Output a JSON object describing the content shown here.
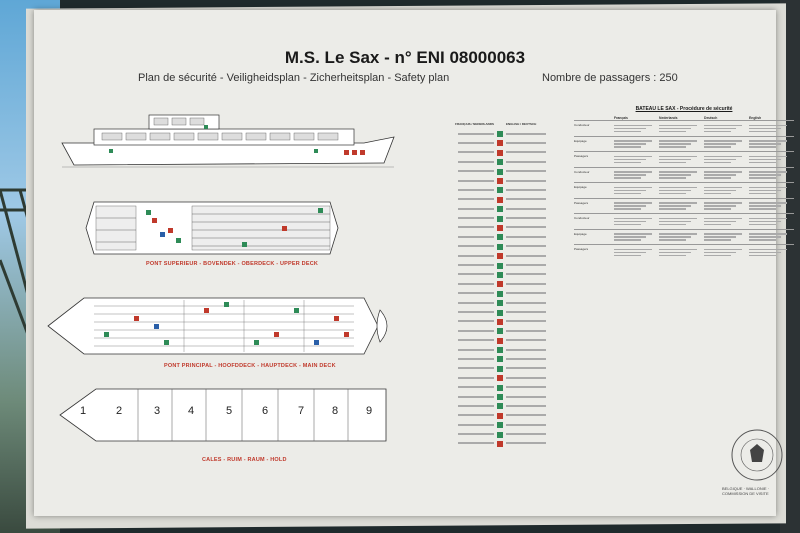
{
  "sign": {
    "title": "M.S. Le Sax - n° ENI 08000063",
    "subtitle": "Plan de sécurité - Veiligheidsplan - Zicherheitsplan - Safety plan",
    "passengers": "Nombre de passagers : 250"
  },
  "decks": {
    "upper": "PONT SUPERIEUR - BOVENDEK - OBERDECK - UPPER DECK",
    "main": "PONT PRINCIPAL - HOOFDDECK - HAUPTDECK - MAIN DECK",
    "hold": "CALES - RUIM - RAUM - HOLD",
    "hold_compartments": [
      "1",
      "2",
      "3",
      "4",
      "5",
      "6",
      "7",
      "8",
      "9"
    ]
  },
  "legend": {
    "headers": [
      "FRANÇAIS / NEDERLANDS",
      "ENGLISH / DEUTSCH"
    ],
    "colors": [
      "#2e8b57",
      "#c0392b",
      "#c0392b",
      "#2e8b57",
      "#2e8b57",
      "#c0392b",
      "#2e8b57",
      "#c0392b",
      "#2e8b57",
      "#2e8b57",
      "#c0392b",
      "#2e8b57",
      "#2e8b57",
      "#c0392b",
      "#2e8b57",
      "#2e8b57",
      "#c0392b",
      "#2e8b57",
      "#2e8b57",
      "#2e8b57",
      "#c0392b",
      "#2e8b57",
      "#c0392b",
      "#2e8b57",
      "#2e8b57",
      "#2e8b57",
      "#c0392b",
      "#2e8b57",
      "#2e8b57",
      "#2e8b57",
      "#c0392b",
      "#2e8b57",
      "#2e8b57",
      "#c0392b"
    ]
  },
  "procedure": {
    "title": "BATEAU LE SAX - Procédure de sécurité",
    "languages": [
      "Français",
      "Nederlands",
      "Deutsch",
      "English"
    ],
    "rows": [
      "Conducteur",
      "Equipage",
      "Passagers",
      "Conducteur",
      "Equipage",
      "Passagers",
      "Conducteur",
      "Equipage",
      "Passagers"
    ]
  },
  "seal": {
    "text": "BELGIQUE · WALLONIE · COMMISSION DE VISITE"
  }
}
